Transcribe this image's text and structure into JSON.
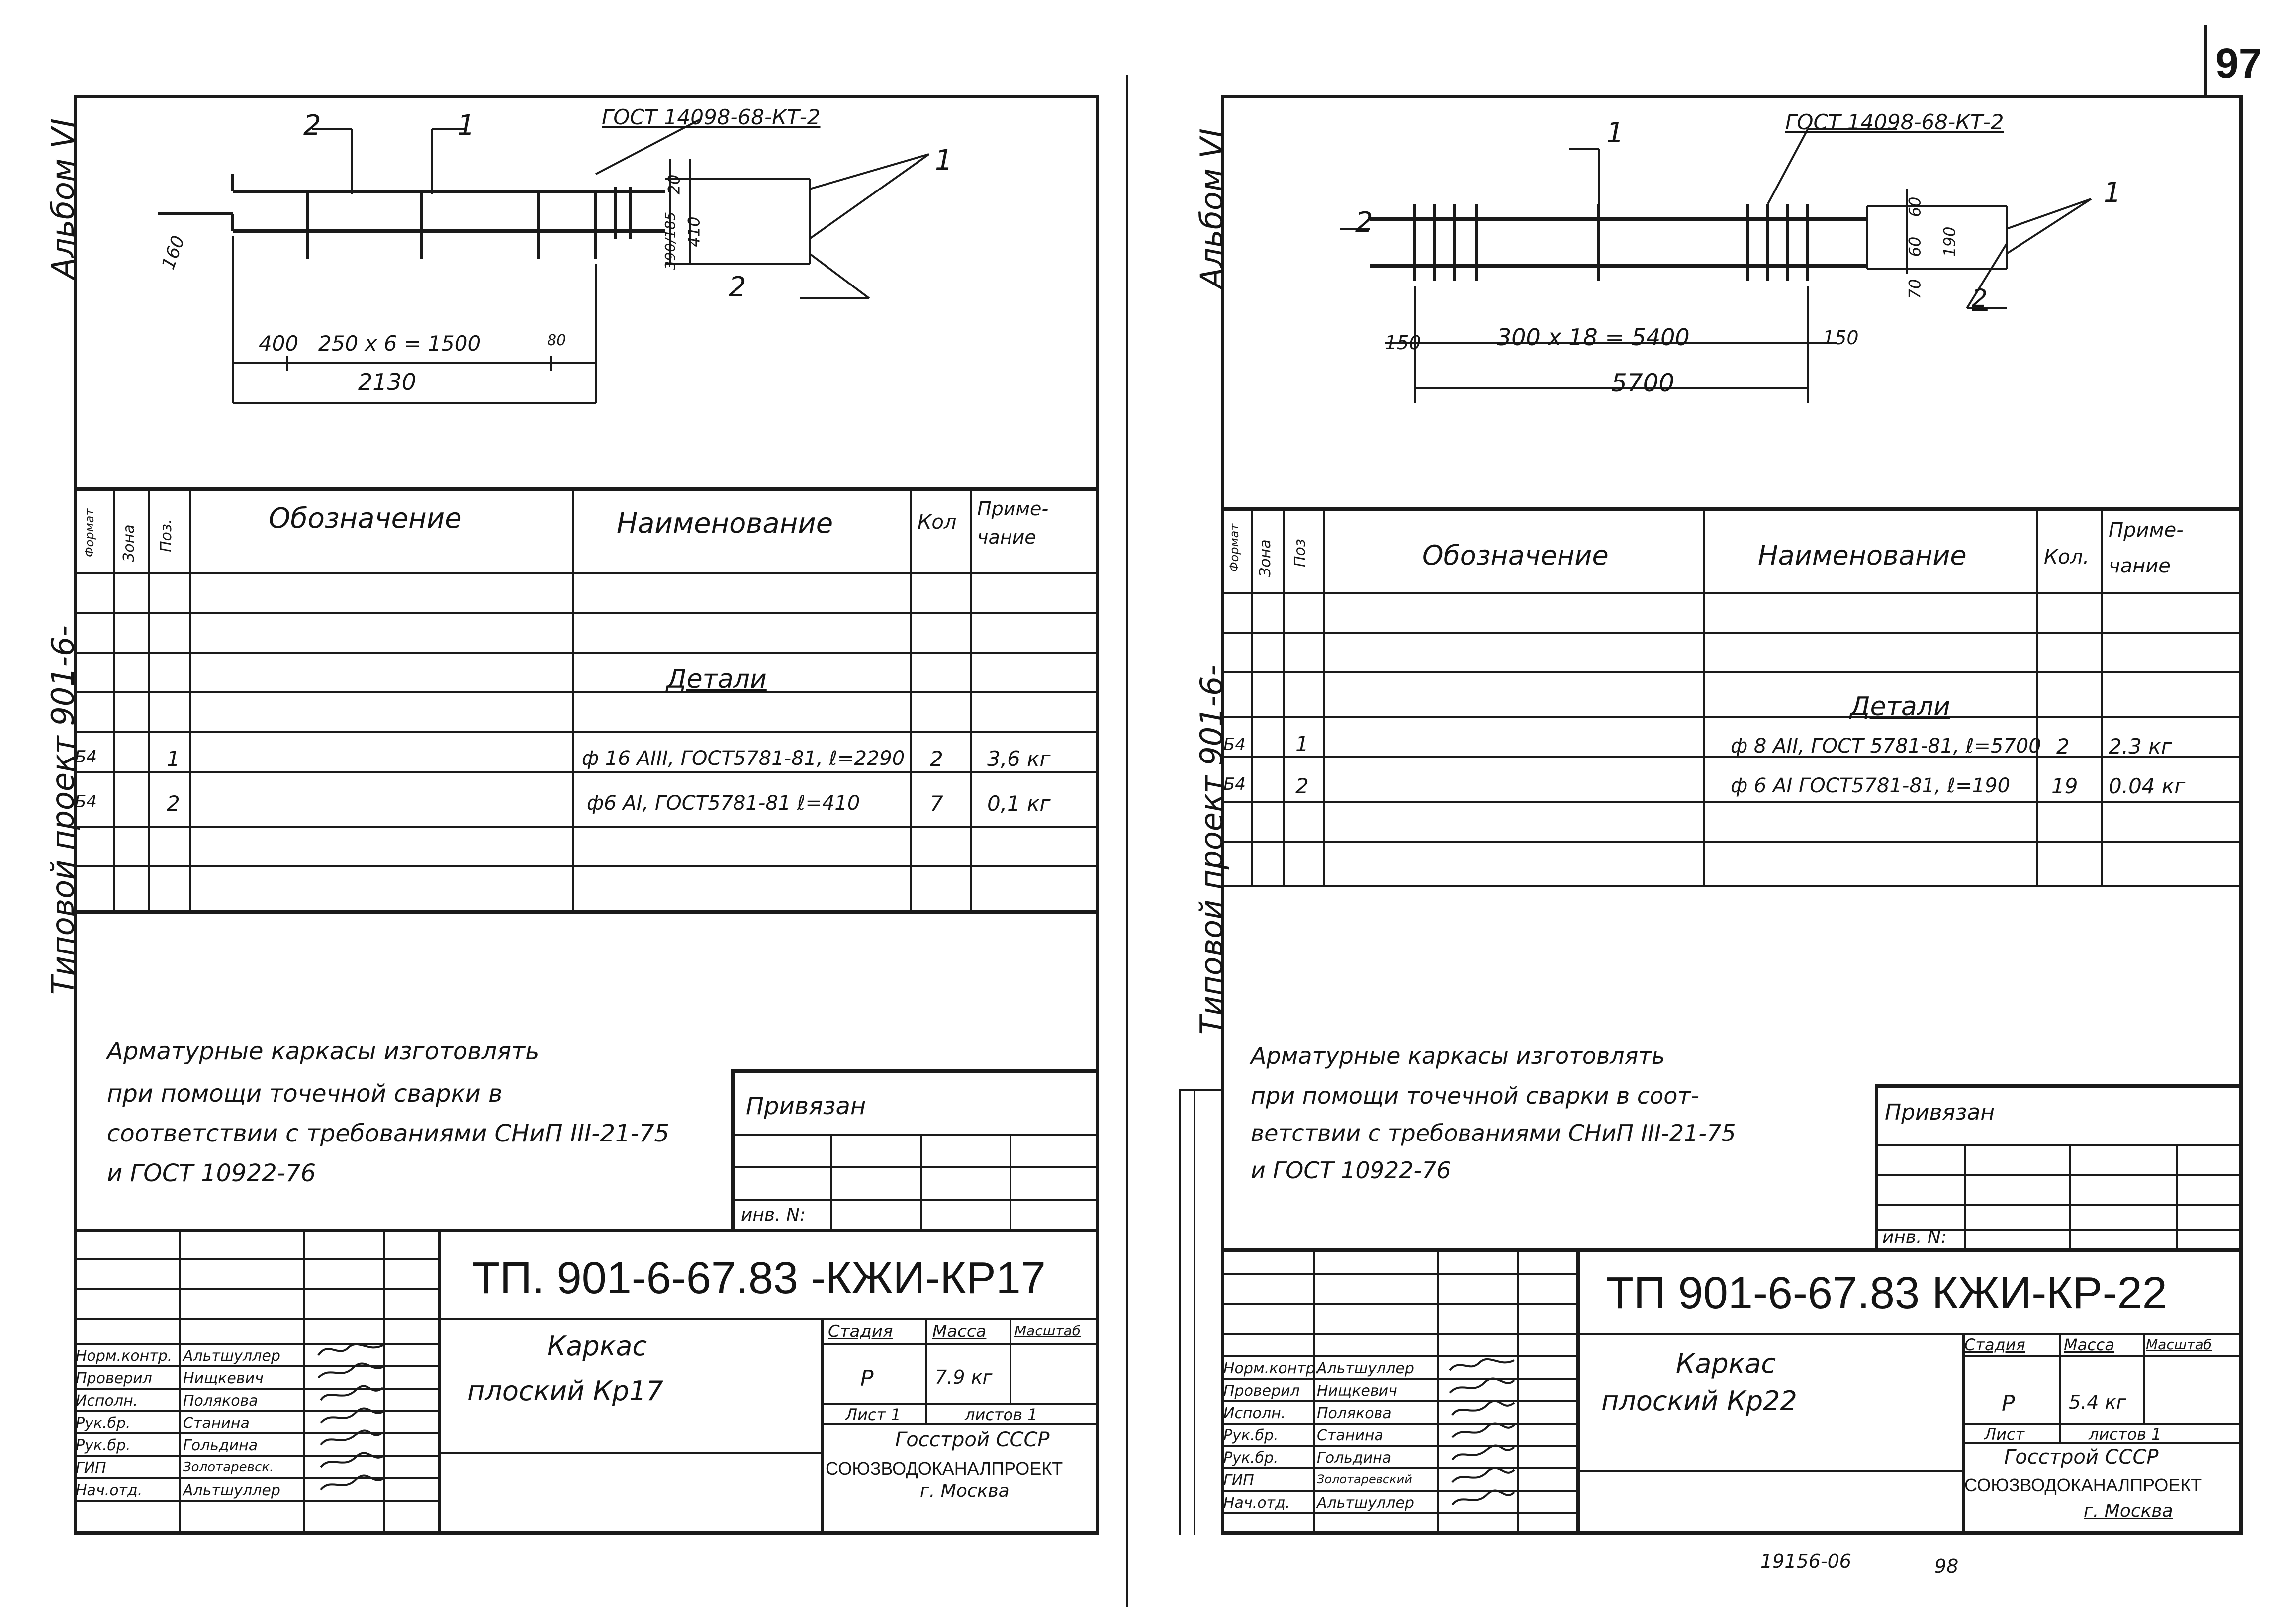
{
  "page_number": "97",
  "bottom_note": "19156-06",
  "bottom_page": "98",
  "sheets": [
    {
      "side_text_top": "Альбом VI",
      "side_text_mid": "Типовой проект 901-6-",
      "drawing": {
        "callout_1": "1",
        "callout_2": "2",
        "gost_label": "ГОСТ 14098-68-КТ-2",
        "pos_1": "1",
        "pos_2": "2",
        "dim_left": "160",
        "dim_s1": "400",
        "dim_s2": "250 x 6 = 1500",
        "dim_s3": "80",
        "dim_total": "2130",
        "dim_r1": "20",
        "dim_r2": "390/185",
        "dim_r3": "410"
      },
      "spec": {
        "head_format": "Формат",
        "head_zone": "Зона",
        "head_pos": "Поз.",
        "head_designation": "Обозначение",
        "head_name": "Наименование",
        "head_qty": "Кол",
        "head_note": "Приме-чание",
        "section": "Детали",
        "rows": [
          {
            "format": "Б4",
            "pos": "1",
            "name": "ф 16 АIII, ГОСТ5781-81, ℓ=2290",
            "qty": "2",
            "note": "3,6 кг"
          },
          {
            "format": "Б4",
            "pos": "2",
            "name": "ф6 АI, ГОСТ5781-81 ℓ=410",
            "qty": "7",
            "note": "0,1 кг"
          }
        ]
      },
      "notes": [
        "Арматурные каркасы изготовлять",
        "при помощи точечной сварки в",
        "соответствии с требованиями СНиП III-21-75",
        "и ГОСТ 10922-76"
      ],
      "privyazan": "Привязан",
      "inv": "инв. N:",
      "title": {
        "code": "ТП. 901-6-67.83 -КЖИ-КР17",
        "name_line1": "Каркас",
        "name_line2": "плоский Кр17",
        "stage_label": "Стадия",
        "mass_label": "Масса",
        "scale_label": "Масштаб",
        "stage": "Р",
        "mass": "7.9 кг",
        "sheet": "Лист 1",
        "sheets": "листов 1",
        "org1": "Госстрой СССР",
        "org2": "СОЮЗВОДОКАНАЛПРОЕКТ",
        "org3": "г. Москва"
      },
      "stamp_roles": [
        "Норм.контр.",
        "Проверил",
        "Исполн.",
        "Рук.бр.",
        "Рук.бр.",
        "ГИП",
        "Нач.отд."
      ],
      "stamp_names": [
        "Альтшуллер",
        "Нищкевич",
        "Полякова",
        "Станина",
        "Гольдина",
        "Золотаревск.",
        "Альтшуллер"
      ]
    },
    {
      "side_text_top": "Альбом VI",
      "side_text_mid": "Типовой проект 901-6-",
      "drawing": {
        "callout_1": "1",
        "callout_2": "2",
        "gost_label": "ГОСТ 14098-68-КТ-2",
        "pos_1": "1",
        "pos_2": "2",
        "dim_left": "150",
        "dim_mid": "300 x 18 = 5400",
        "dim_right": "150",
        "dim_total": "5700",
        "dim_r1": "60",
        "dim_r2": "60",
        "dim_r3": "190",
        "dim_r4": "70"
      },
      "spec": {
        "head_format": "Формат",
        "head_zone": "Зона",
        "head_pos": "Поз",
        "head_designation": "Обозначение",
        "head_name": "Наименование",
        "head_qty": "Кол.",
        "head_note": "Приме-чание",
        "section": "Детали",
        "rows": [
          {
            "format": "Б4",
            "pos": "1",
            "name": "ф 8 АII, ГОСТ 5781-81, ℓ=5700",
            "qty": "2",
            "note": "2.3 кг"
          },
          {
            "format": "Б4",
            "pos": "2",
            "name": "ф 6 АI ГОСТ5781-81, ℓ=190",
            "qty": "19",
            "note": "0.04 кг"
          }
        ]
      },
      "notes": [
        "Арматурные каркасы изготовлять",
        "при помощи точечной сварки в соот-",
        "ветствии с требованиями СНиП III-21-75",
        "и ГОСТ 10922-76"
      ],
      "privyazan": "Привязан",
      "inv": "инв. N:",
      "title": {
        "code": "ТП 901-6-67.83 КЖИ-КР-22",
        "name_line1": "Каркас",
        "name_line2": "плоский Кр22",
        "stage_label": "Стадия",
        "mass_label": "Масса",
        "scale_label": "Масштаб",
        "stage": "Р",
        "mass": "5.4 кг",
        "sheet": "Лист",
        "sheets": "листов 1",
        "org1": "Госстрой СССР",
        "org2": "СОЮЗВОДОКАНАЛПРОЕКТ",
        "org3": "г. Москва"
      },
      "stamp_roles": [
        "Норм.контр.",
        "Проверил",
        "Исполн.",
        "Рук.бр.",
        "Рук.бр.",
        "ГИП",
        "Нач.отд."
      ],
      "stamp_names": [
        "Альтшуллер",
        "Нищкевич",
        "Полякова",
        "Станина",
        "Гольдина",
        "Золотаревский",
        "Альтшуллер"
      ]
    }
  ]
}
